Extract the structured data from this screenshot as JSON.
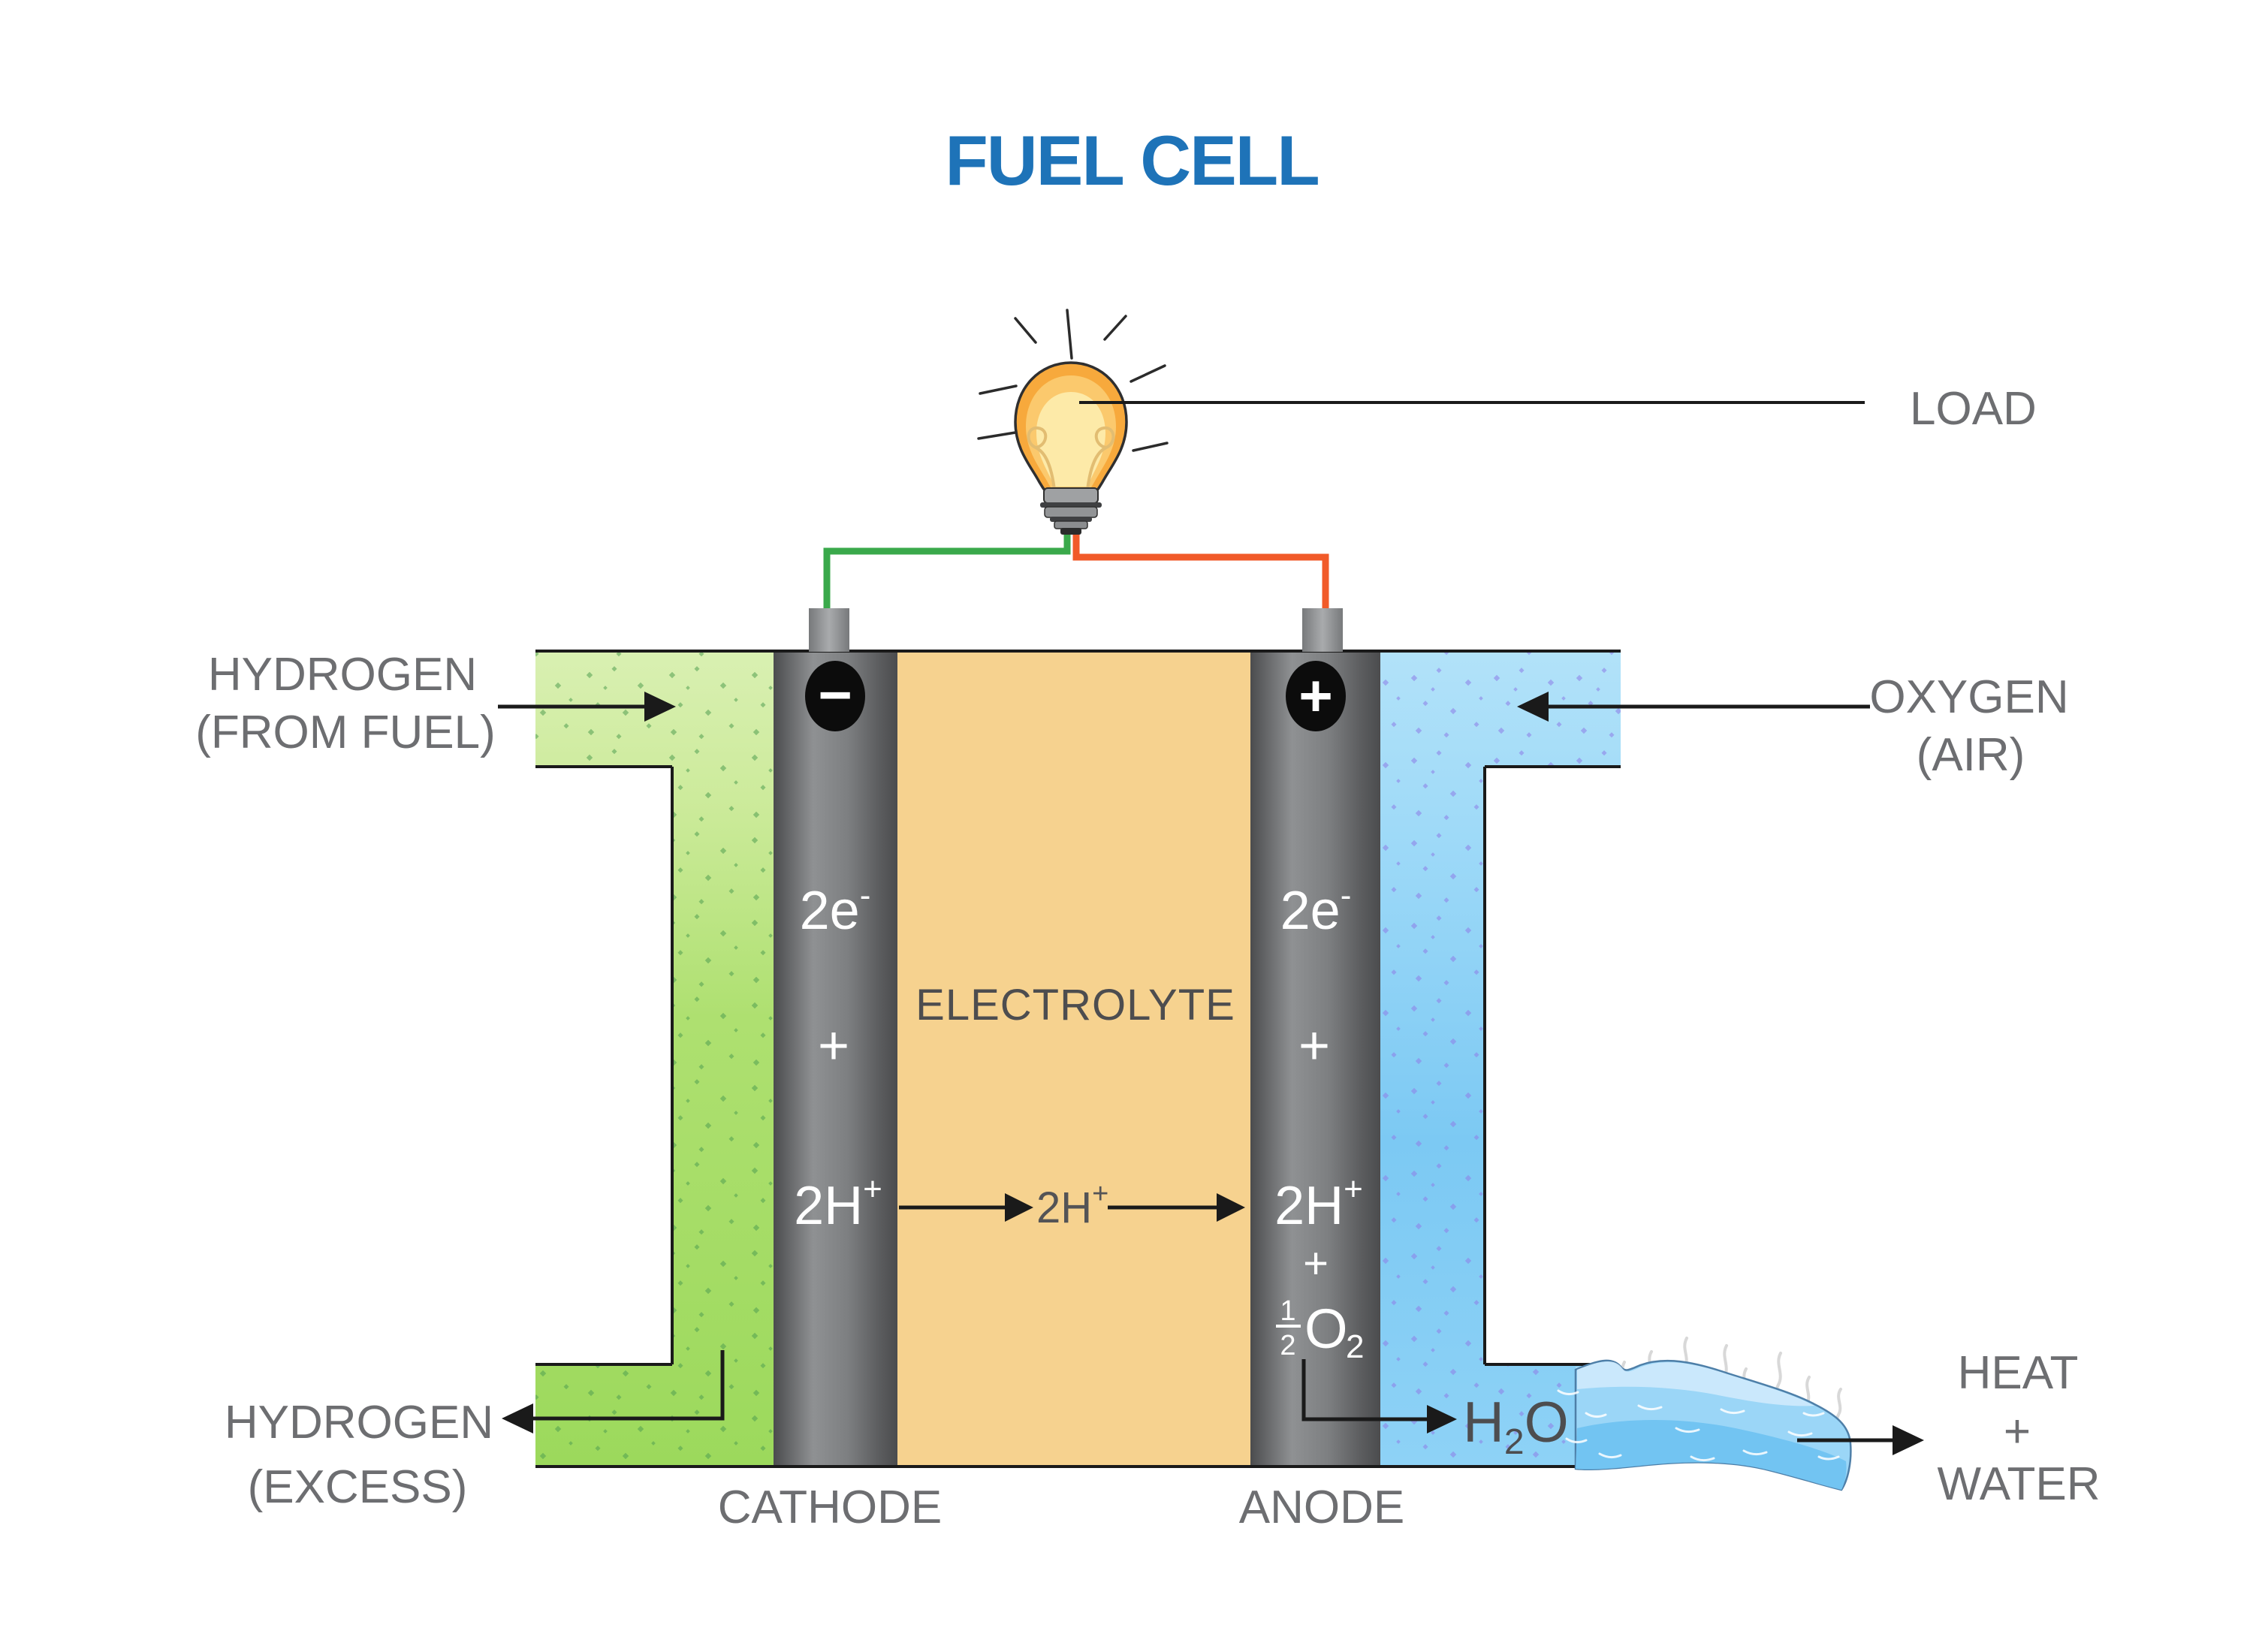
{
  "title": "FUEL CELL",
  "colors": {
    "title_blue": "#1e73b8",
    "label_gray": "#6d6e71",
    "diagram_text_dark": "#4d4d4f",
    "electrolyte_tan": "#f6d28f",
    "hydrogen_green": "#a7dd66",
    "oxygen_blue": "#8ed2f6",
    "wire_green": "#3aa94b",
    "wire_red": "#f15a29"
  },
  "load": {
    "label": "LOAD"
  },
  "inputs": {
    "hydrogen_in": {
      "line1": "HYDROGEN",
      "line2": "(FROM FUEL)"
    },
    "oxygen_in": {
      "line1": "OXYGEN",
      "line2": "(AIR)"
    }
  },
  "outputs": {
    "hydrogen_out": {
      "line1": "HYDROGEN",
      "line2": "(EXCESS)"
    },
    "heat_water": {
      "line1": "HEAT",
      "line2": "+",
      "line3": "WATER"
    },
    "water_formula": {
      "h": "H",
      "sub": "2",
      "o": "O"
    }
  },
  "cell": {
    "electrolyte_label": "ELECTROLYTE",
    "cathode_label": "CATHODE",
    "anode_label": "ANODE",
    "cathode": {
      "charge": "−",
      "electrons": "2e",
      "electrons_sup": "-",
      "plus": "+",
      "ions": "2H",
      "ions_sup": "+"
    },
    "anode": {
      "charge": "+",
      "electrons": "2e",
      "electrons_sup": "-",
      "plus": "+",
      "ions": "2H",
      "ions_sup": "+",
      "plus2": "+",
      "frac_num": "1",
      "frac_den": "2",
      "oxygen": "O",
      "oxygen_sub": "2"
    },
    "electrolyte_ion": {
      "base": "2H",
      "sup": "+"
    }
  }
}
